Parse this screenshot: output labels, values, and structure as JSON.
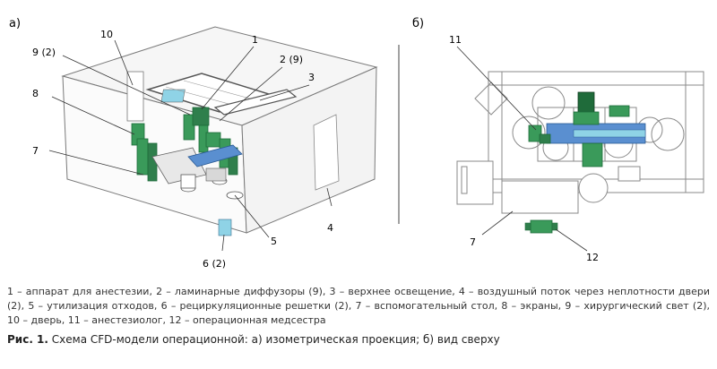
{
  "panels": {
    "a_label": "а)",
    "b_label": "б)"
  },
  "callouts_a": [
    "1",
    "2 (9)",
    "3",
    "4",
    "5",
    "6 (2)",
    "7",
    "8",
    "9 (2)",
    "10"
  ],
  "callouts_b": [
    "11",
    "7",
    "12"
  ],
  "legend_text": "1 – аппарат для анестезии, 2 – ламинарные диффузоры (9), 3 – верхнее освещение, 4 – воздушный поток через неплотности двери (2), 5 – утилизация отходов, 6 – рециркуляционные решетки (2), 7 – вспомогательный стол, 8 – экраны, 9 – хирургический свет (2), 10 – дверь, 11 – анестезиолог, 12 – операционная медсестра",
  "caption": {
    "label": "Рис. 1.",
    "text": " Схема CFD-модели операционной: а) изометрическая проекция; б) вид сверху"
  },
  "colors": {
    "line": "#7a7a7a",
    "equipment_green": "#3a9a5a",
    "equipment_dark": "#1f6b3a",
    "blue": "#5a8fd0",
    "light_blue": "#8fd3e6"
  }
}
